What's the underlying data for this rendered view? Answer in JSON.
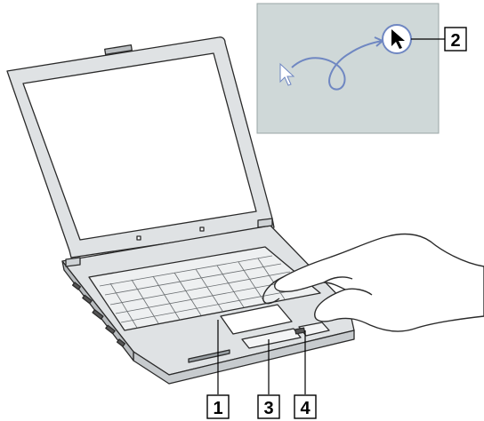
{
  "figure": {
    "subject": "laptop-touchpad-illustration",
    "callouts": [
      {
        "id": "callout-1",
        "label": "1"
      },
      {
        "id": "callout-2",
        "label": "2"
      },
      {
        "id": "callout-3",
        "label": "3"
      },
      {
        "id": "callout-4",
        "label": "4"
      }
    ],
    "colors": {
      "inset_background": "#cfd8d8",
      "cursor_path": "#6f87c2",
      "line_art": "#2a2a2a",
      "laptop_body": "#dfe2e4",
      "screen": "#ffffff",
      "hand": "#ffffff"
    },
    "icons": [
      "pointer-arrow-outline-icon",
      "pointer-arrow-solid-icon"
    ]
  }
}
